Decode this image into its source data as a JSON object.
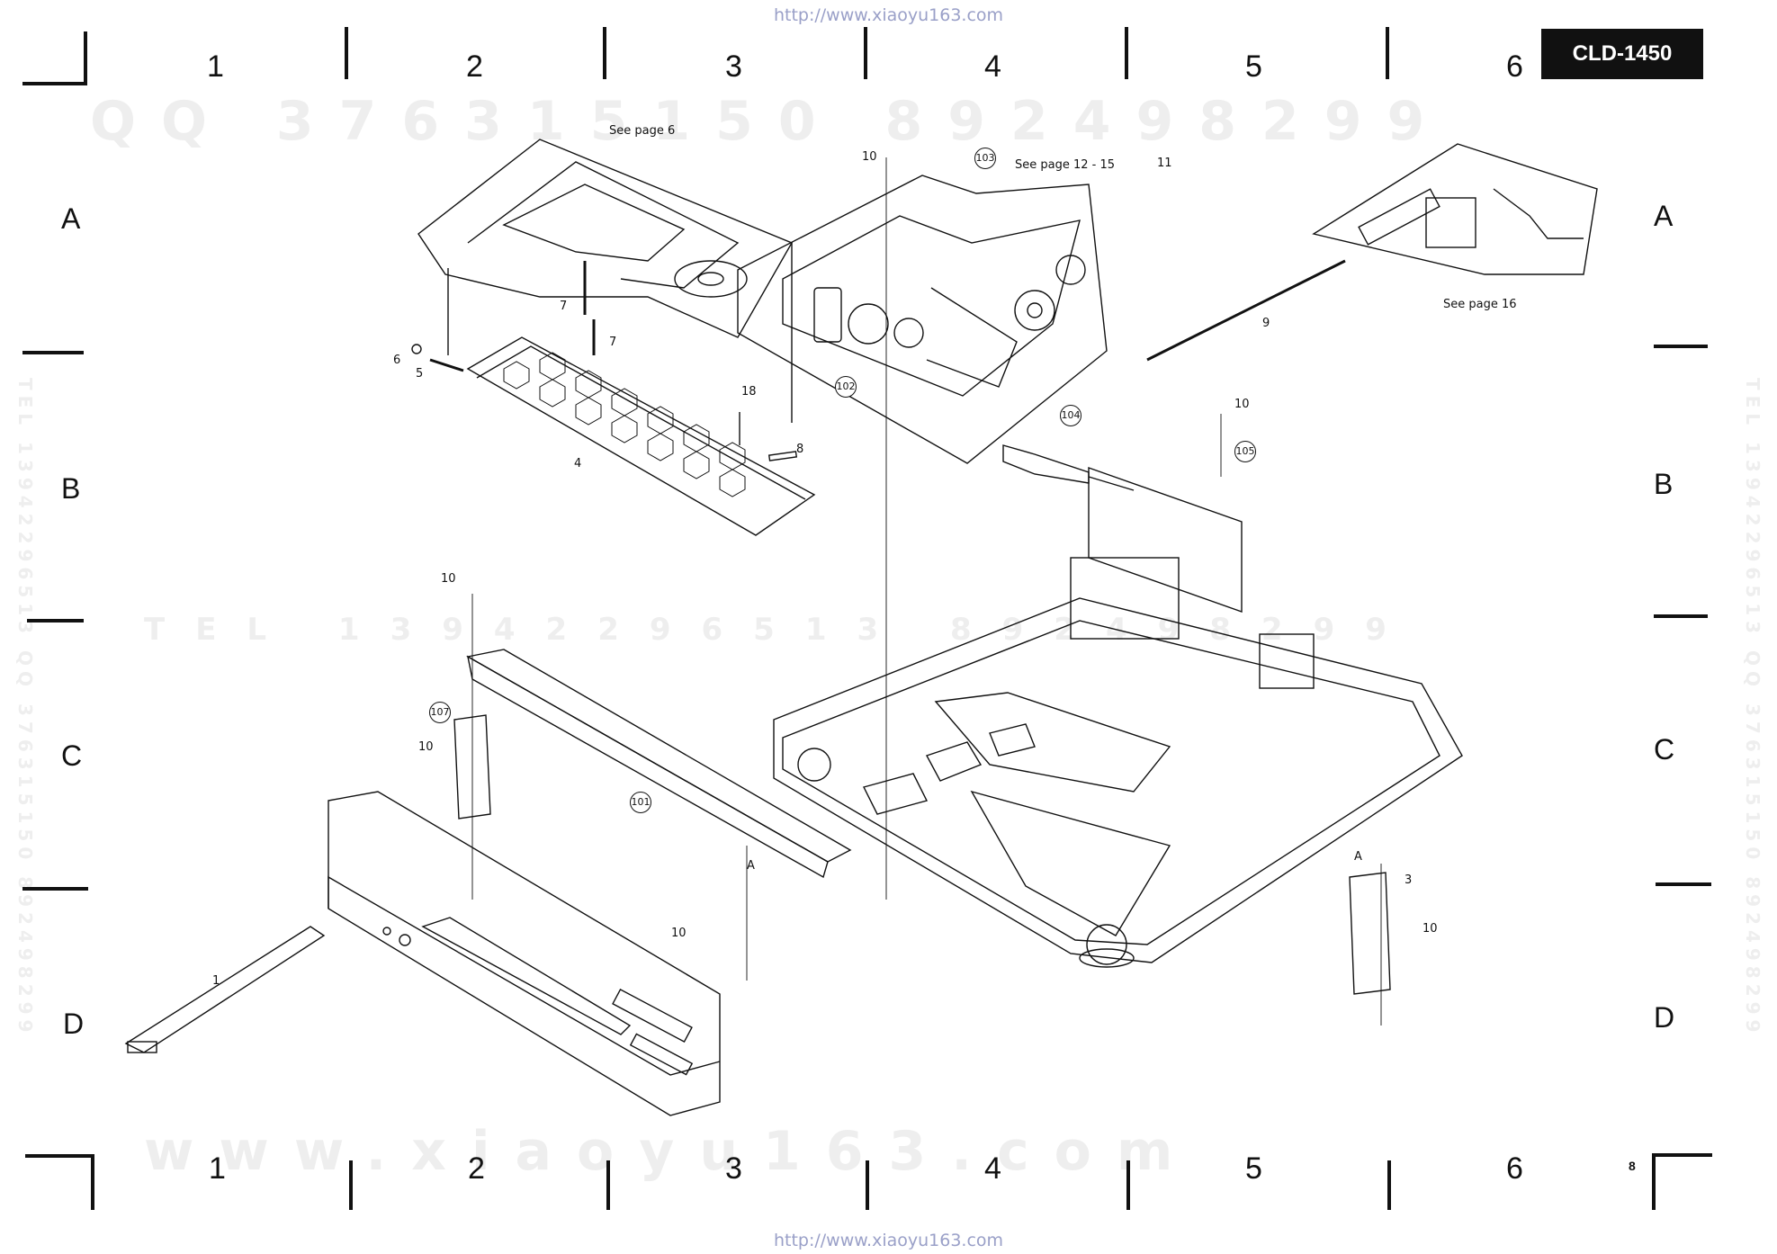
{
  "header": {
    "url_top": "http://www.xiaoyu163.com",
    "model": "CLD-1450"
  },
  "footer": {
    "url_bottom": "http://www.xiaoyu163.com",
    "page_number": "8"
  },
  "grid": {
    "columns_top": [
      "1",
      "2",
      "3",
      "4",
      "5",
      "6"
    ],
    "columns_bottom": [
      "1",
      "2",
      "3",
      "4",
      "5",
      "6"
    ],
    "rows_left": [
      "A",
      "B",
      "C",
      "D"
    ],
    "rows_right": [
      "A",
      "B",
      "C",
      "D"
    ]
  },
  "watermarks": {
    "qq": "QQ 376315150  892498299",
    "tel": "TEL 13942296513  892498299",
    "site": "www.xiaoyu163.com",
    "side_left": "TEL 13942296513 QQ 376315150 892498299",
    "side_right": "TEL 13942296513 QQ 376315150 892498299"
  },
  "see_page": {
    "tray": "See page 6",
    "mechanism": "See page 12 - 15",
    "pickup": "See page 16"
  },
  "callouts": {
    "n1": "1",
    "n3": "3",
    "n4": "4",
    "n5": "5",
    "n6": "6",
    "n7a": "7",
    "n7b": "7",
    "n8": "8",
    "n9": "9",
    "n10a": "10",
    "n10b": "10",
    "n10c": "10",
    "n10d": "10",
    "n10e": "10",
    "n10f": "10",
    "n11": "11",
    "n18": "18",
    "A1": "A",
    "A2": "A"
  },
  "circled_callouts": {
    "c101": "101",
    "c102": "102",
    "c103": "103",
    "c104": "104",
    "c105": "105",
    "c107": "107"
  },
  "colors": {
    "ink": "#111111",
    "url": "#9aa0c8",
    "watermark": "#eeeeee",
    "badge_bg": "#111111",
    "badge_fg": "#ffffff"
  }
}
